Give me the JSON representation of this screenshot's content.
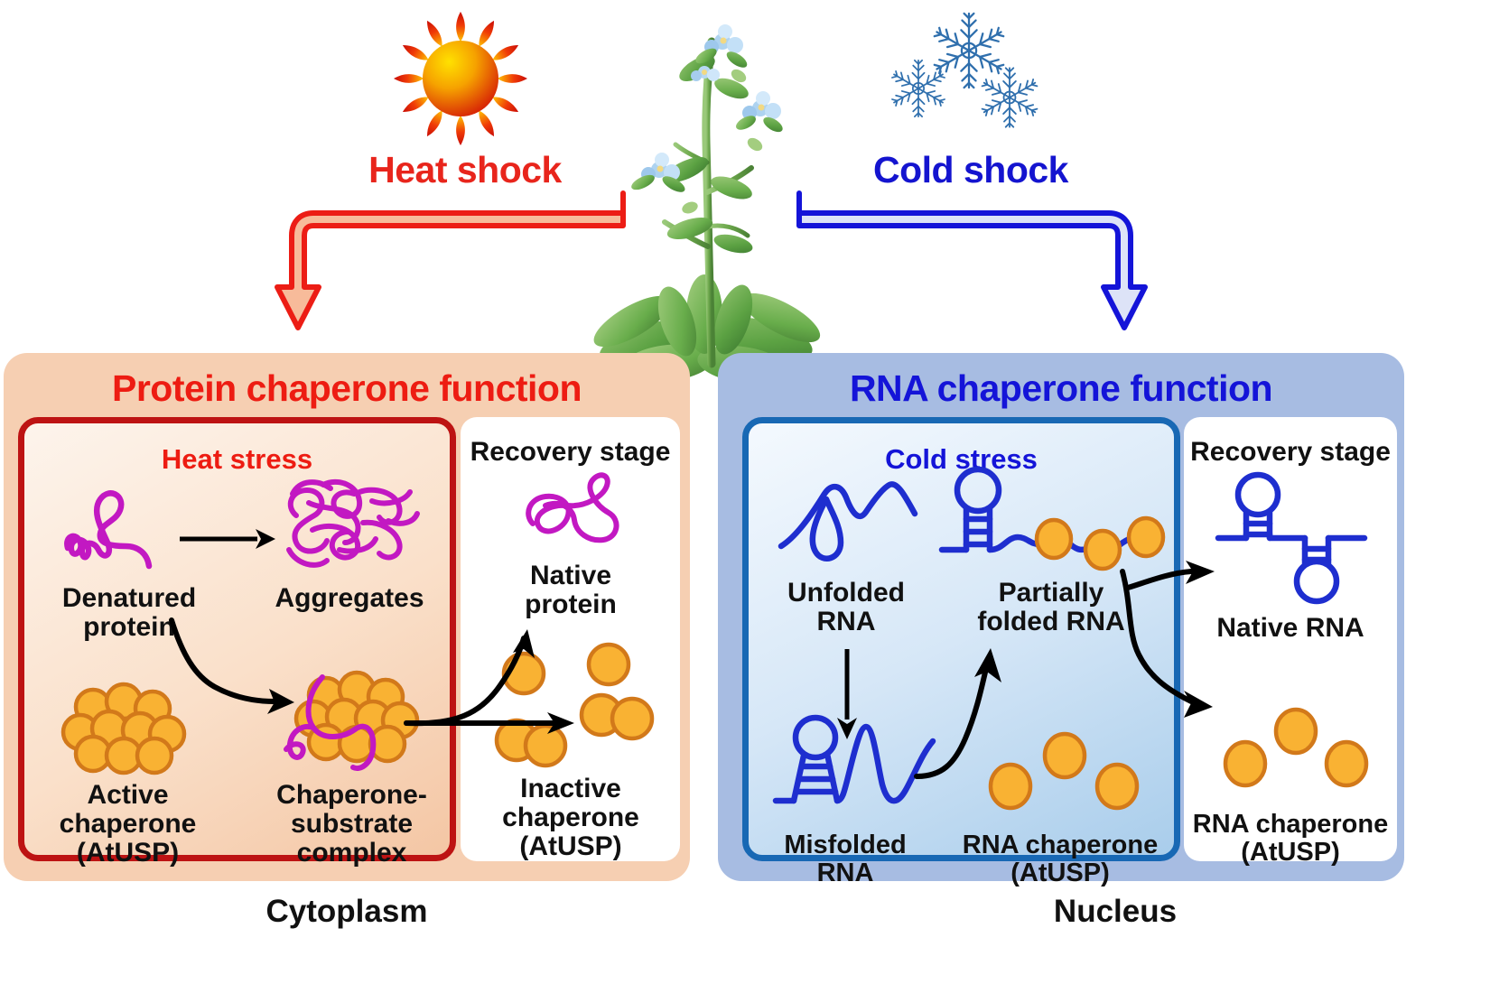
{
  "stressors": {
    "heat": {
      "label": "Heat shock",
      "icon": "sun-icon",
      "color": "#e8251c"
    },
    "cold": {
      "label": "Cold shock",
      "icon": "snowflake-icon",
      "color": "#1414cf"
    }
  },
  "organism": {
    "name": "arabidopsis-plant",
    "icon": "plant-icon"
  },
  "left_panel": {
    "title": "Protein chaperone function",
    "title_color": "#ed1c12",
    "compartment": "Cytoplasm",
    "stress_box": {
      "title": "Heat stress",
      "title_color": "#ed1c12",
      "items": [
        {
          "name": "denatured-protein",
          "label": "Denatured\nprotein",
          "icon": "squiggle-icon",
          "color": "#c218c2"
        },
        {
          "name": "aggregates",
          "label": "Aggregates",
          "icon": "tangle-icon",
          "color": "#c218c2"
        },
        {
          "name": "active-chaperone",
          "label": "Active\nchaperone\n(AtUSP)",
          "icon": "bead-cluster-icon",
          "color": "#f5a81c"
        },
        {
          "name": "chaperone-substrate-complex",
          "label": "Chaperone-\nsubstrate\ncomplex",
          "icon": "bead-cluster-with-squiggle-icon",
          "color": "#f5a81c"
        }
      ]
    },
    "recovery_box": {
      "title": "Recovery stage",
      "items": [
        {
          "name": "native-protein",
          "label": "Native\nprotein",
          "icon": "folded-protein-icon",
          "color": "#c218c2"
        },
        {
          "name": "inactive-chaperone",
          "label": "Inactive\nchaperone\n(AtUSP)",
          "icon": "scattered-beads-icon",
          "color": "#f5a81c"
        }
      ]
    }
  },
  "right_panel": {
    "title": "RNA chaperone function",
    "title_color": "#1414d8",
    "compartment": "Nucleus",
    "stress_box": {
      "title": "Cold stress",
      "title_color": "#1414d8",
      "items": [
        {
          "name": "unfolded-rna",
          "label": "Unfolded\nRNA",
          "icon": "rna-unfolded-icon",
          "color": "#1414d8"
        },
        {
          "name": "partially-folded-rna",
          "label": "Partially\nfolded RNA",
          "icon": "rna-stemloop-beads-icon",
          "color": "#1414d8"
        },
        {
          "name": "misfolded-rna",
          "label": "Misfolded\nRNA",
          "icon": "rna-misfolded-icon",
          "color": "#1414d8"
        },
        {
          "name": "rna-chaperone",
          "label": "RNA chaperone\n(AtUSP)",
          "icon": "scattered-beads-icon",
          "color": "#f5a81c"
        }
      ]
    },
    "recovery_box": {
      "title": "Recovery stage",
      "items": [
        {
          "name": "native-rna",
          "label": "Native RNA",
          "icon": "rna-native-icon",
          "color": "#1414d8"
        },
        {
          "name": "rna-chaperone-recovered",
          "label": "RNA chaperone\n(AtUSP)",
          "icon": "scattered-beads-icon",
          "color": "#f5a81c"
        }
      ]
    }
  },
  "labels": {
    "denatured_protein_l1": "Denatured",
    "denatured_protein_l2": "protein",
    "aggregates": "Aggregates",
    "active_chaperone_l1": "Active",
    "active_chaperone_l2": "chaperone",
    "active_chaperone_l3": "(AtUSP)",
    "complex_l1": "Chaperone-",
    "complex_l2": "substrate",
    "complex_l3": "complex",
    "native_protein_l1": "Native",
    "native_protein_l2": "protein",
    "inactive_chaperone_l1": "Inactive",
    "inactive_chaperone_l2": "chaperone",
    "inactive_chaperone_l3": "(AtUSP)",
    "unfolded_rna_l1": "Unfolded",
    "unfolded_rna_l2": "RNA",
    "partially_folded_l1": "Partially",
    "partially_folded_l2": "folded RNA",
    "misfolded_rna_l1": "Misfolded",
    "misfolded_rna_l2": "RNA",
    "rna_chaperone_l1": "RNA chaperone",
    "rna_chaperone_l2": "(AtUSP)",
    "native_rna": "Native RNA",
    "rna_chaperone_r1": "RNA chaperone",
    "rna_chaperone_r2": "(AtUSP)"
  },
  "colors": {
    "heat_red": "#ed1c12",
    "cold_blue": "#1414d8",
    "protein_magenta": "#c218c2",
    "chaperone_orange": "#f9b233",
    "chaperone_orange_stroke": "#d2791a",
    "peach_panel": "#f6cfb2",
    "periwinkle_panel": "#a7bce2"
  }
}
